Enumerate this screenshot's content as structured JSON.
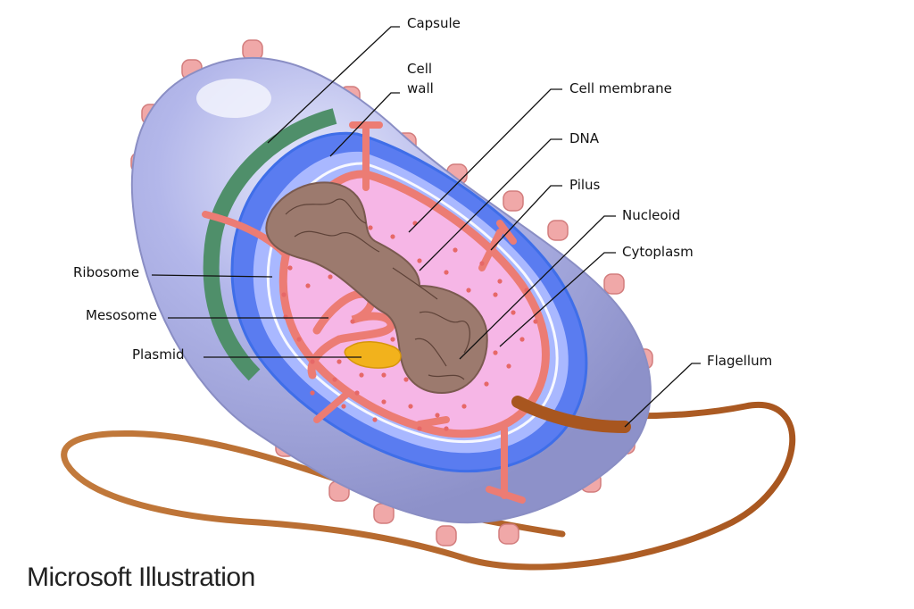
{
  "labels": {
    "capsule": "Capsule",
    "cell_wall_1": "Cell",
    "cell_wall_2": "wall",
    "cell_membrane": "Cell membrane",
    "dna": "DNA",
    "pilus": "Pilus",
    "nucleoid": "Nucleoid",
    "cytoplasm": "Cytoplasm",
    "ribosome": "Ribosome",
    "mesosome": "Mesosome",
    "plasmid": "Plasmid",
    "flagellum": "Flagellum"
  },
  "credit": "Microsoft Illustration",
  "colors": {
    "capsule": "#aeb3e6",
    "cell_wall_outer": "#4f8f6a",
    "cell_wall_inner": "#3f6ee8",
    "membrane": "#ec7c74",
    "cytoplasm": "#f7b8e6",
    "nucleoid": "#9c7a6e",
    "plasmid": "#f2b21c",
    "flagellum": "#b5662a",
    "pilus": "#f0a8a8"
  }
}
